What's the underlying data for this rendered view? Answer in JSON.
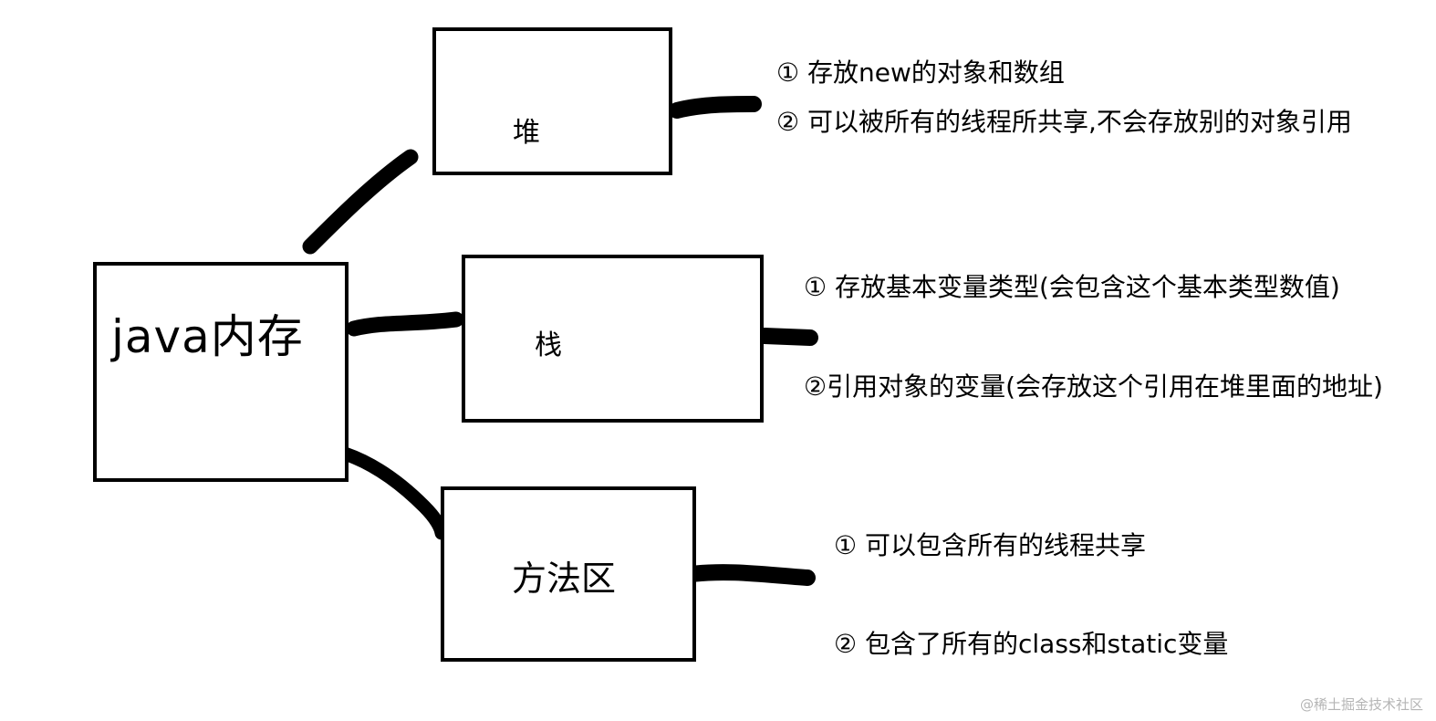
{
  "root": {
    "label": "java内存"
  },
  "heap": {
    "label": "堆",
    "notes": [
      "① 存放new的对象和数组",
      "② 可以被所有的线程所共享,不会存放别的对象引用"
    ]
  },
  "stack": {
    "label": "栈",
    "notes": [
      "① 存放基本变量类型(会包含这个基本类型数值)",
      "②引用对象的变量(会存放这个引用在堆里面的地址)"
    ]
  },
  "method_area": {
    "label": "方法区",
    "notes": [
      "① 可以包含所有的线程共享",
      "② 包含了所有的class和static变量"
    ]
  },
  "watermark": "@稀土掘金技术社区"
}
